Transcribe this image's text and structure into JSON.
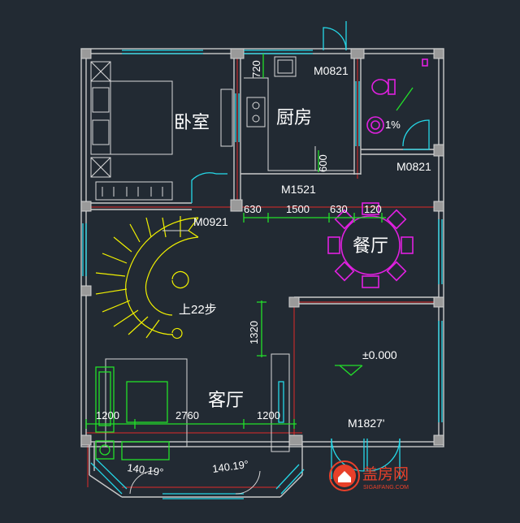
{
  "rooms": {
    "bedroom": "卧室",
    "kitchen": "厨房",
    "dining": "餐厅",
    "living": "客厅"
  },
  "doors": {
    "m0821_top": "M0821",
    "m0821_right": "M0821",
    "m1521": "M1521",
    "m0921": "M0921",
    "m1827": "M1827'"
  },
  "dims": {
    "d720": "720",
    "d600": "600",
    "d630a": "630",
    "d1500": "1500",
    "d630b": "630",
    "d120": "120",
    "d1320": "1320",
    "d1200a": "1200",
    "d2760": "2760",
    "d1200b": "1200",
    "bay1": "140.19°",
    "bay2": "140.19°"
  },
  "annotations": {
    "stair": "上22步",
    "slope": "1%",
    "elevation": "±0.000"
  },
  "watermark": {
    "name": "盖房网",
    "url": "SIGAIFANG.COM"
  },
  "colors": {
    "background": "#222a33",
    "wall": "#c9c9c9",
    "window": "#25d8e8",
    "dimension": "#22e02a",
    "axis": "#e02a2a",
    "stair": "#f0f000",
    "furniture": "#e020e0"
  }
}
